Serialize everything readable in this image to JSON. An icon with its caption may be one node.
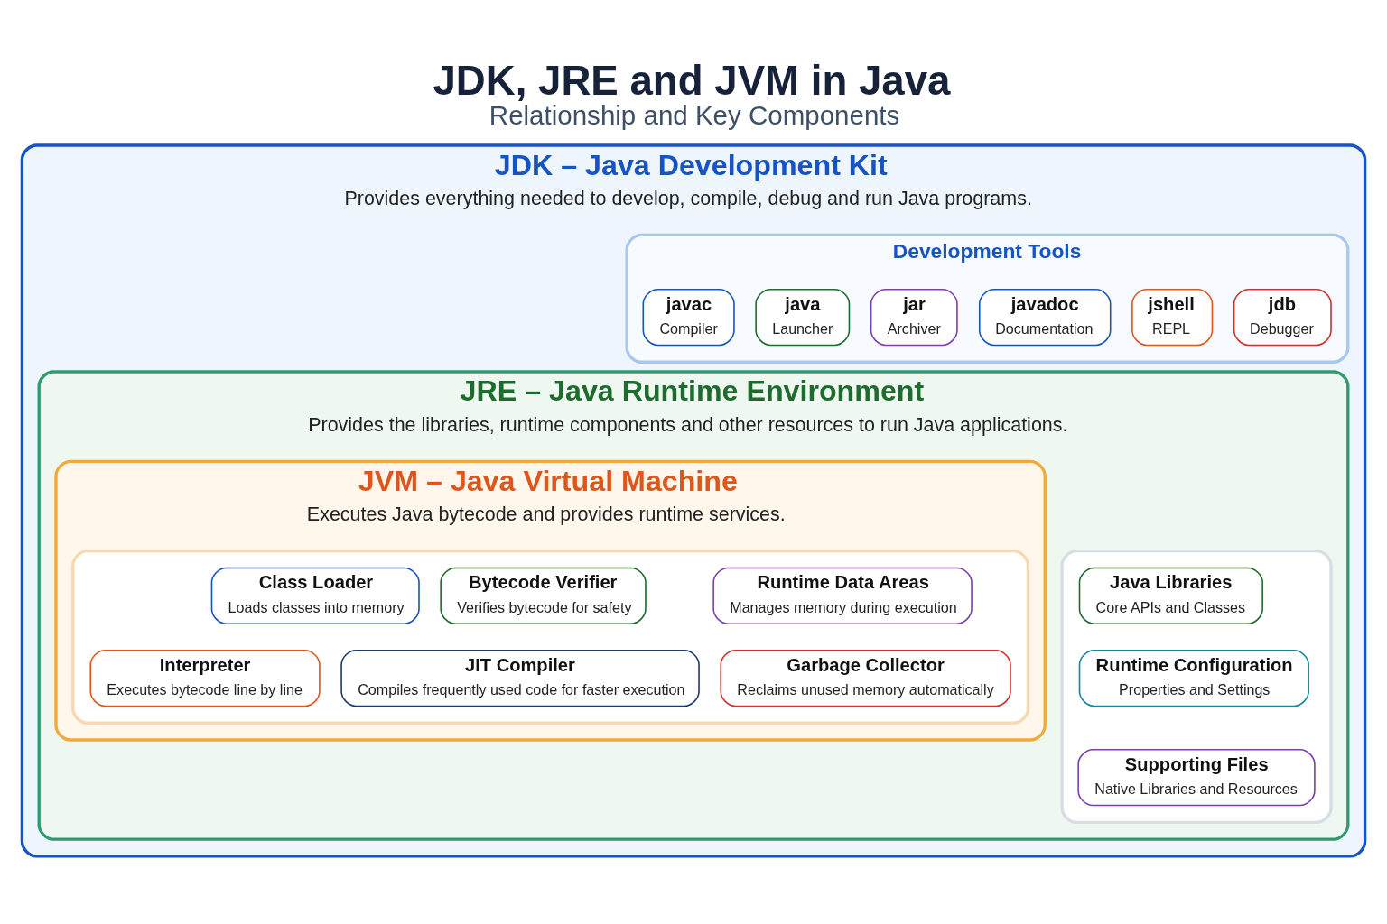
{
  "diagram": {
    "title": "JDK, JRE and JVM in Java",
    "caption": "Relationship and Key Components",
    "nodes": [
      {
        "text": [
          "JDK – Java Development Kit",
          "Provides everything needed to develop, compile, debug and run Java programs."
        ]
      },
      {
        "text": [
          "Development Tools"
        ],
        "in": 0
      },
      {
        "text": [
          "javac",
          "Compiler"
        ],
        "in": 1
      },
      {
        "text": [
          "java",
          "Launcher"
        ],
        "in": 1
      },
      {
        "text": [
          "jar",
          "Archiver"
        ],
        "in": 1
      },
      {
        "text": [
          "javadoc",
          "Documentation"
        ],
        "in": 1
      },
      {
        "text": [
          "jshell",
          "REPL"
        ],
        "in": 1
      },
      {
        "text": [
          "jdb",
          "Debugger"
        ],
        "in": 1
      },
      {
        "text": [
          "JRE – Java Runtime Environment",
          "Provides the libraries, runtime components and other resources to run Java applications."
        ],
        "in": 0
      },
      {
        "text": [],
        "shape": "box",
        "in": 8
      },
      {
        "text": [
          "Java Libraries",
          "Core APIs and Classes"
        ],
        "in": 9
      },
      {
        "text": [
          "Runtime Configuration",
          "Properties and Settings"
        ],
        "in": 9
      },
      {
        "text": [
          "Supporting Files",
          "Native Libraries and Resources"
        ],
        "in": 9
      },
      {
        "text": [
          "JVM – Java Virtual Machine",
          "Executes Java bytecode and provides runtime services."
        ],
        "in": 8
      },
      {
        "text": [],
        "shape": "box",
        "in": 13
      },
      {
        "text": [
          "Class Loader",
          "Loads classes into memory"
        ],
        "in": 14
      },
      {
        "text": [
          "Bytecode Verifier",
          "Verifies bytecode for safety"
        ],
        "in": 14
      },
      {
        "text": [
          "Runtime Data Areas",
          "Manages memory during execution"
        ],
        "in": 14
      },
      {
        "text": [
          "Interpreter",
          "Executes bytecode line by line"
        ],
        "in": 14
      },
      {
        "text": [
          "JIT Compiler",
          "Compiles frequently used code for faster execution"
        ],
        "in": 14
      },
      {
        "text": [
          "Garbage Collector",
          "Reclaims unused memory automatically"
        ],
        "in": 14
      }
    ],
    "edges": []
  }
}
